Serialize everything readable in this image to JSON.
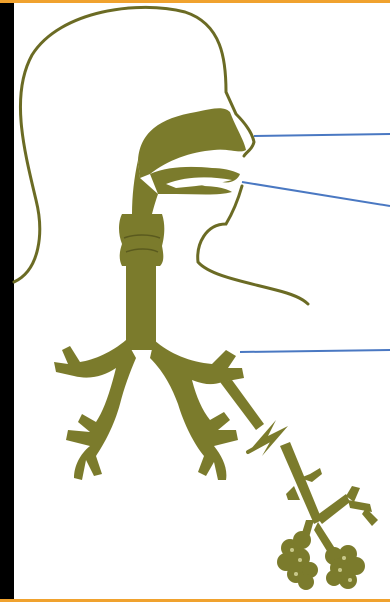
{
  "diagram": {
    "subject": "respiratory-tract",
    "colors": {
      "background": "#ffffff",
      "frame_left": "#000000",
      "frame_top": "#f0a22e",
      "frame_bottom": "#f0a22e",
      "airway_fill": "#7b7b2c",
      "head_outline": "#6b6b24",
      "leader_line": "#4a78c2"
    },
    "leaders": [
      {
        "id": "nasal-cavity",
        "label": ""
      },
      {
        "id": "oral-cavity",
        "label": ""
      },
      {
        "id": "bronchi",
        "label": ""
      }
    ]
  }
}
